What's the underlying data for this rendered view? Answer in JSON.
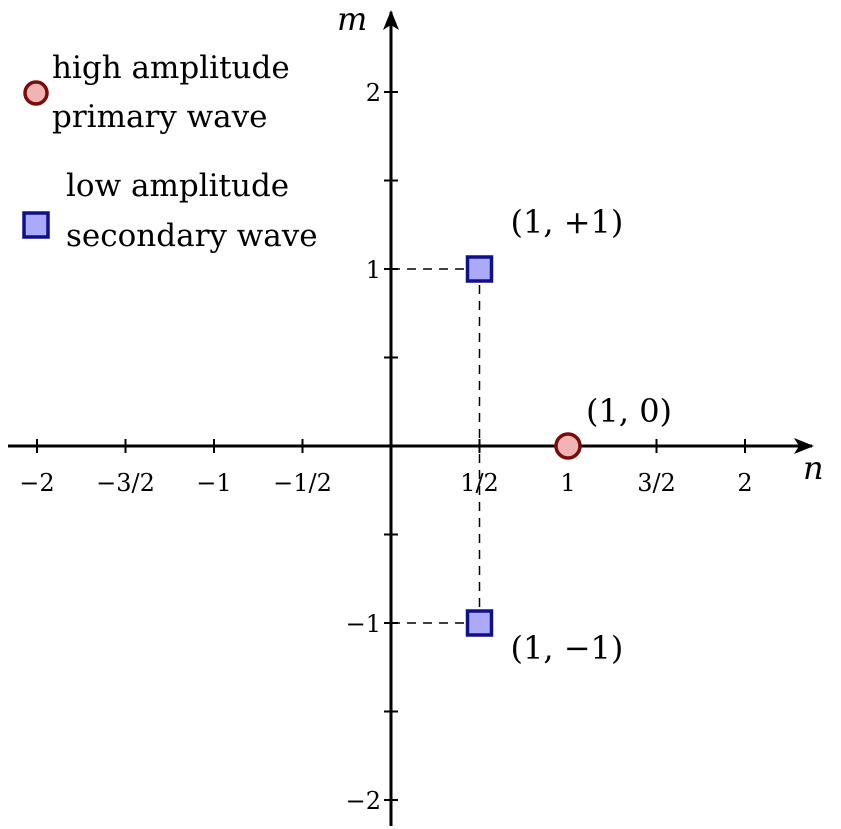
{
  "axes": {
    "x_label": "n",
    "y_label": "m",
    "x_ticks": [
      {
        "value": -2,
        "label": "−2"
      },
      {
        "value": -1.5,
        "label": "−3/2"
      },
      {
        "value": -1,
        "label": "−1"
      },
      {
        "value": -0.5,
        "label": "−1/2"
      },
      {
        "value": 0.5,
        "label": "1/2"
      },
      {
        "value": 1,
        "label": "1"
      },
      {
        "value": 1.5,
        "label": "3/2"
      },
      {
        "value": 2,
        "label": "2"
      }
    ],
    "y_ticks": [
      {
        "value": 2,
        "label": "2"
      },
      {
        "value": 1.5,
        "label": ""
      },
      {
        "value": 1,
        "label": "1"
      },
      {
        "value": 0.5,
        "label": ""
      },
      {
        "value": -0.5,
        "label": ""
      },
      {
        "value": -1,
        "label": "−1"
      },
      {
        "value": -1.5,
        "label": ""
      },
      {
        "value": -2,
        "label": "−2"
      }
    ]
  },
  "points": [
    {
      "kind": "circle",
      "x": 1,
      "y": 0,
      "label": "(1, 0)"
    },
    {
      "kind": "square",
      "x": 0.5,
      "y": 1,
      "label": "(1, +1)"
    },
    {
      "kind": "square",
      "x": 0.5,
      "y": -1,
      "label": "(1, −1)"
    }
  ],
  "legend": [
    {
      "kind": "circle",
      "lines": [
        "high amplitude",
        "primary wave"
      ]
    },
    {
      "kind": "square",
      "lines": [
        "low amplitude",
        "secondary wave"
      ]
    }
  ],
  "colors": {
    "circle_fill": "#f0b4b4",
    "circle_stroke": "#7a0c0c",
    "square_fill": "#aaaaf8",
    "square_stroke": "#10108a",
    "axis": "#000000"
  }
}
